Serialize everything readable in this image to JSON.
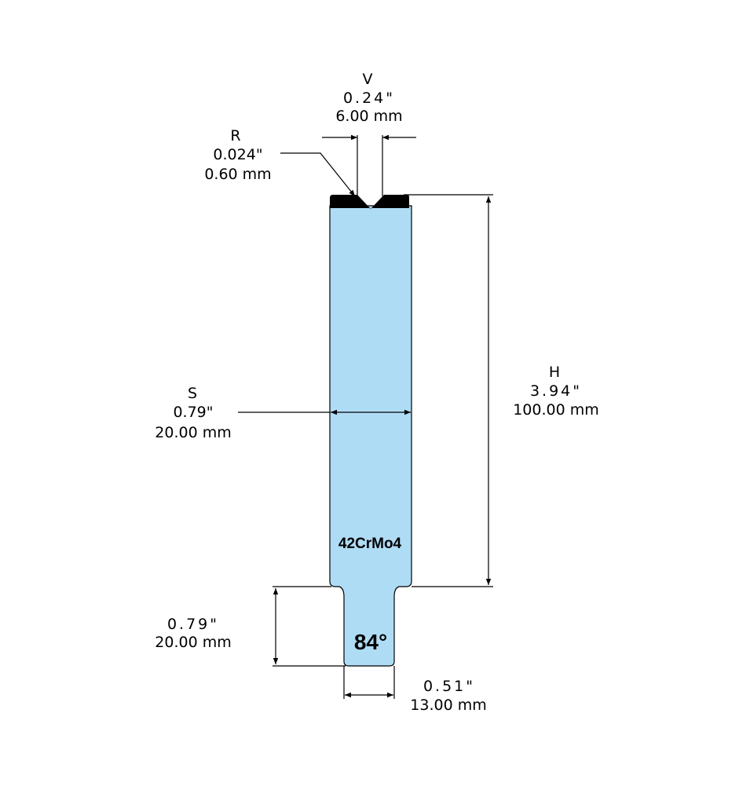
{
  "colors": {
    "body": "#afdcf5",
    "cap": "#000000",
    "lines": "#000000"
  },
  "material": "42CrMo4",
  "angle": "84°",
  "dimensions": {
    "v": {
      "label": "V",
      "inch": "0.24\"",
      "mm": "6.00 mm"
    },
    "r": {
      "label": "R",
      "inch": "0.024\"",
      "mm": "0.60 mm"
    },
    "h": {
      "label": "H",
      "inch": "3.94\"",
      "mm": "100.00 mm"
    },
    "s": {
      "label": "S",
      "inch": "0.79\"",
      "mm": "20.00 mm"
    },
    "tang_height": {
      "inch": "0.79\"",
      "mm": "20.00 mm"
    },
    "tang_width": {
      "inch": "0.51\"",
      "mm": "13.00 mm"
    }
  }
}
